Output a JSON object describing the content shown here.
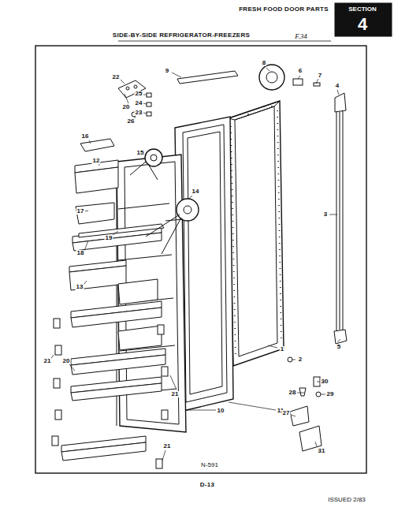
{
  "diagram": {
    "title": "SIDE-BY-SIDE REFRIGERATOR-FREEZERS",
    "labels": [
      "FRESH FOOD DOOR PARTS",
      "SECTION",
      "4",
      "F.34",
      "22",
      "9",
      "8",
      "6",
      "7",
      "4",
      "20",
      "25",
      "24",
      "23",
      "26",
      "16",
      "15",
      "14",
      "12",
      "17",
      "19",
      "18",
      "13",
      "3",
      "5",
      "2",
      "1",
      "11",
      "10",
      "21",
      "20",
      "21",
      "30",
      "29",
      "28",
      "27",
      "31",
      "21",
      "N-591",
      "D-13",
      "ISSUED 2/83"
    ]
  }
}
